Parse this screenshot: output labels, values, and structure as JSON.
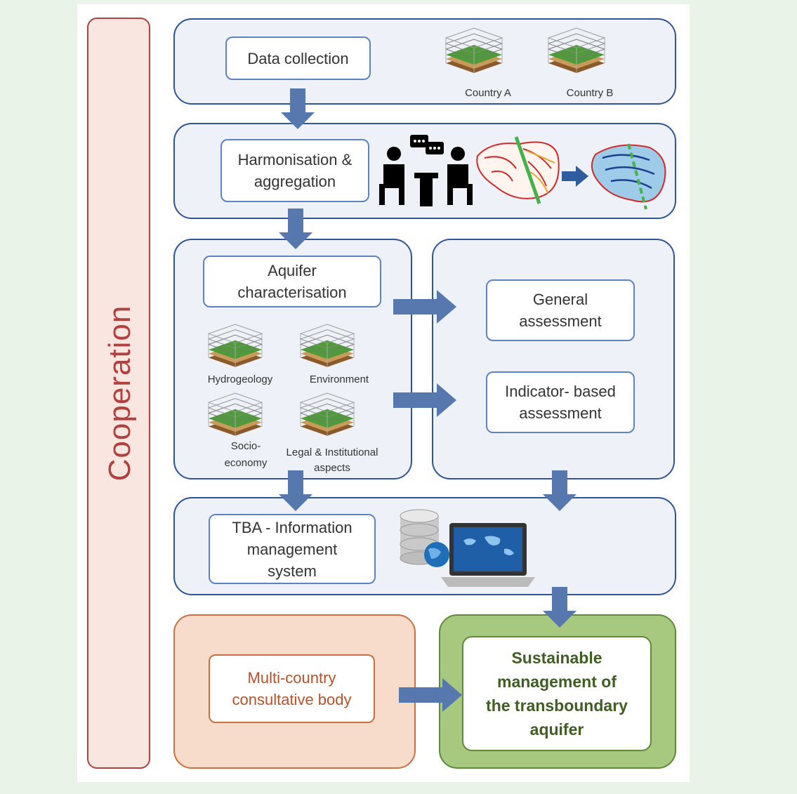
{
  "cooperation": {
    "label": "Cooperation"
  },
  "steps": {
    "data_collection": "Data collection",
    "harmonisation_line1": "Harmonisation &",
    "harmonisation_line2": "aggregation",
    "aquifer_line1": "Aquifer",
    "aquifer_line2": "characterisation",
    "general_line1": "General",
    "general_line2": "assessment",
    "indicator_line1": "Indicator- based",
    "indicator_line2": "assessment",
    "tba_line1": "TBA - Information",
    "tba_line2": "management",
    "tba_line3": "system",
    "multi_line1": "Multi-country",
    "multi_line2": "consultative body",
    "sustainable_line1": "Sustainable",
    "sustainable_line2": "management of",
    "sustainable_line3": "the transboundary",
    "sustainable_line4": "aquifer"
  },
  "countries": {
    "a": "Country A",
    "b": "Country B"
  },
  "layers": {
    "hydrogeology": "Hydrogeology",
    "environment": "Environment",
    "socio_line1": "Socio-",
    "socio_line2": "economy",
    "legal_line1": "Legal & Institutional",
    "legal_line2": "aspects"
  },
  "colors": {
    "lane_border": "#2e5597",
    "box_border": "#5b84c4",
    "arrow": "#5778ae",
    "cooperation": "#b0413e",
    "consultative": "#f8dccb",
    "sustainable": "#a6c97f"
  }
}
